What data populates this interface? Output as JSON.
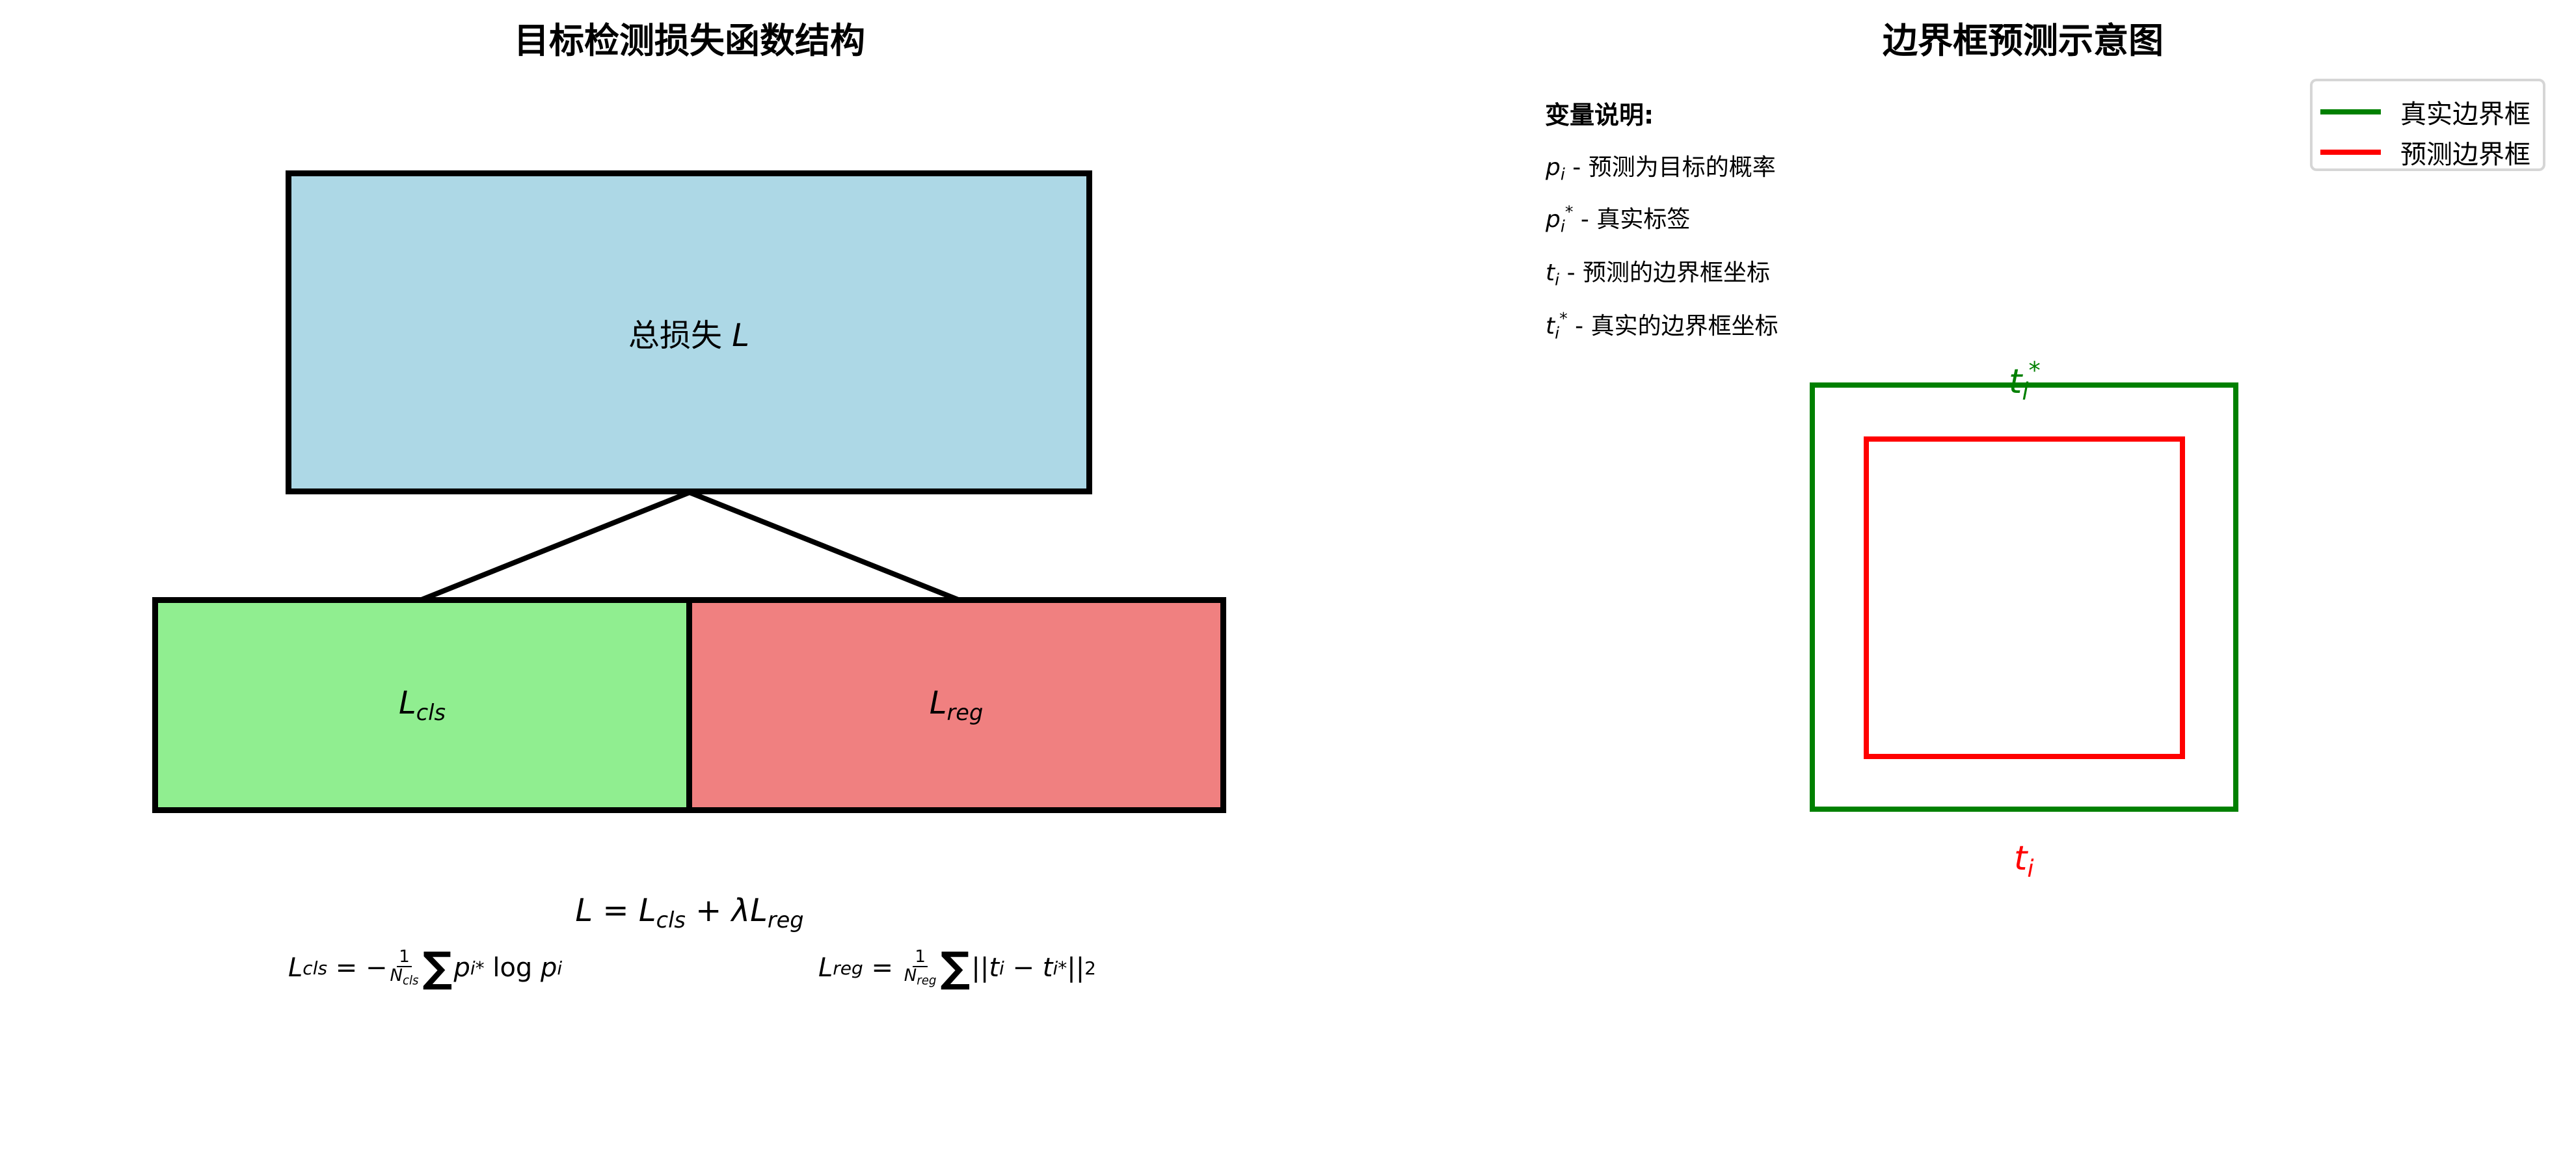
{
  "left_panel": {
    "title": "目标检测损失函数结构",
    "total_box": {
      "label_prefix": "总损失 ",
      "label_var": "L",
      "fill": "#add8e6"
    },
    "cls_box": {
      "var": "L",
      "sub": "cls",
      "fill": "#90ee90"
    },
    "reg_box": {
      "var": "L",
      "sub": "reg",
      "fill": "#f08080"
    },
    "formulas": {
      "total": {
        "lhs": "L",
        "eq": " = ",
        "t1": "L",
        "t1_sub": "cls",
        "plus": " + λ",
        "t2": "L",
        "t2_sub": "reg"
      },
      "cls": {
        "lhs": "L",
        "lhs_sub": "cls",
        "eq": " = −",
        "frac_num": "1",
        "frac_den": "N",
        "frac_den_sub": "cls",
        "sigma": "∑",
        "p": "p",
        "p_sub": "i",
        "p_sup": "*",
        "log": " log ",
        "p2": "p",
        "p2_sub": "i"
      },
      "reg": {
        "lhs": "L",
        "lhs_sub": "reg",
        "eq": " = ",
        "frac_num": "1",
        "frac_den": "N",
        "frac_den_sub": "reg",
        "sigma": "∑",
        "open": "||",
        "t": "t",
        "t_sub": "i",
        "minus": " − ",
        "t2": "t",
        "t2_sub": "i",
        "t2_sup": "*",
        "close": "||",
        "pow": "2"
      }
    }
  },
  "right_panel": {
    "title": "边界框预测示意图",
    "variables": {
      "heading": "变量说明:",
      "items": [
        {
          "var": "p",
          "sub": "i",
          "sup": "",
          "desc": " - 预测为目标的概率"
        },
        {
          "var": "p",
          "sub": "i",
          "sup": "*",
          "desc": " - 真实标签"
        },
        {
          "var": "t",
          "sub": "i",
          "sup": "",
          "desc": " - 预测的边界框坐标"
        },
        {
          "var": "t",
          "sub": "i",
          "sup": "*",
          "desc": " - 真实的边界框坐标"
        }
      ]
    },
    "legend": {
      "items": [
        {
          "label": "真实边界框",
          "color": "#008000"
        },
        {
          "label": "预测边界框",
          "color": "#ff0000"
        }
      ]
    },
    "ground_truth_box": {
      "label_var": "t",
      "label_sub": "i",
      "label_sup": "*",
      "color": "#008000"
    },
    "predicted_box": {
      "label_var": "t",
      "label_sub": "i",
      "color": "#ff0000"
    }
  }
}
